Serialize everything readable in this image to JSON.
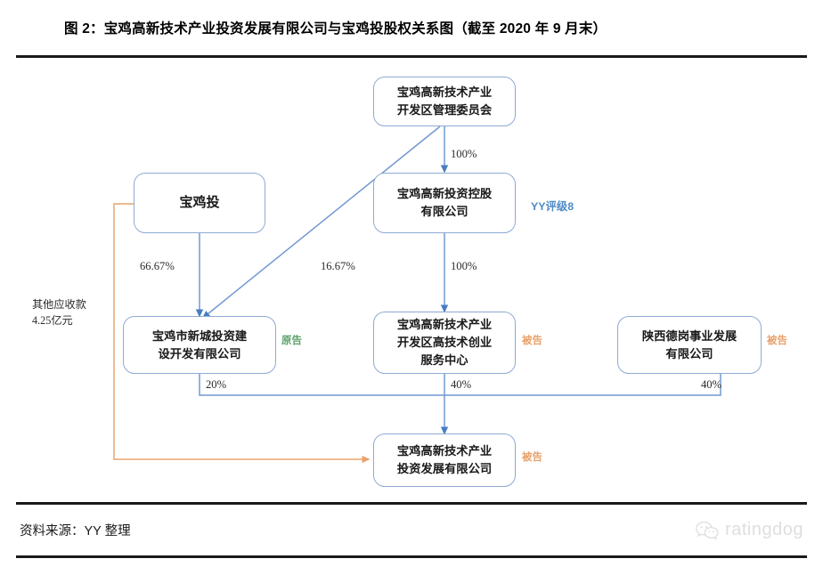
{
  "title": "图 2：宝鸡高新技术产业投资发展有限公司与宝鸡投股权关系图（截至 2020 年 9 月末）",
  "footer": {
    "source": "资料来源：YY 整理",
    "brand": "ratingdog",
    "brand_icon": "wechat-icon"
  },
  "diagram": {
    "type": "ownership-structure",
    "nodes": [
      {
        "id": "guanweihui",
        "label": "宝鸡高新技术产业\n开发区管理委员会"
      },
      {
        "id": "baojitou",
        "label": "宝鸡投"
      },
      {
        "id": "kongu",
        "label": "宝鸡高新投资控股\n有限公司"
      },
      {
        "id": "xincheng",
        "label": "宝鸡市新城投资建\n设开发有限公司"
      },
      {
        "id": "chuangye",
        "label": "宝鸡高新技术产业\n开发区高技术创业\n服务中心"
      },
      {
        "id": "degang",
        "label": "陕西德岗事业发展\n有限公司"
      },
      {
        "id": "touzifazhan",
        "label": "宝鸡高新技术产业\n投资发展有限公司"
      }
    ],
    "tags": [
      {
        "id": "rating",
        "text": "YY评级8",
        "kind": "rating",
        "color": "#4e8bc4"
      },
      {
        "id": "xincheng-role",
        "text": "原告",
        "kind": "plaintiff",
        "color": "#5aa06a"
      },
      {
        "id": "chuangye-role",
        "text": "被告",
        "kind": "defendant",
        "color": "#e8a06a"
      },
      {
        "id": "degang-role",
        "text": "被告",
        "kind": "defendant",
        "color": "#e8a06a"
      },
      {
        "id": "touzifazhan-role",
        "text": "被告",
        "kind": "defendant",
        "color": "#e8a06a"
      }
    ],
    "edges": [
      {
        "from": "guanweihui",
        "to": "kongu",
        "label": "100%"
      },
      {
        "from": "guanweihui",
        "to": "xincheng",
        "label": "16.67%"
      },
      {
        "from": "baojitou",
        "to": "xincheng",
        "label": "66.67%"
      },
      {
        "from": "kongu",
        "to": "chuangye",
        "label": "100%"
      },
      {
        "from": "xincheng",
        "to": "touzifazhan",
        "label": "20%"
      },
      {
        "from": "chuangye",
        "to": "touzifazhan",
        "label": "40%"
      },
      {
        "from": "degang",
        "to": "touzifazhan",
        "label": "40%"
      },
      {
        "from": "touzifazhan",
        "to": "baojitou",
        "label": "其他应收款\n4.25亿元",
        "kind": "receivable",
        "color": "#e8a36c"
      }
    ],
    "annotation": {
      "line1": "其他应收款",
      "line2": "4.25亿元"
    },
    "colors": {
      "box_border": "#8faad4",
      "connector": "#6f97cf",
      "receivable": "#e8a36c",
      "rating": "#4e8bc4",
      "plaintiff": "#5aa06a",
      "defendant": "#e8a06a"
    }
  }
}
